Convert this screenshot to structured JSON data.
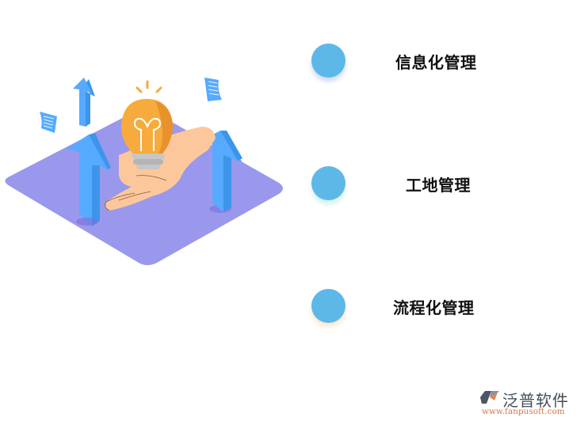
{
  "illustration": {
    "description": "isometric hand holding light bulb with upward arrows and floating documents",
    "colors": {
      "platform": "#9a98ec",
      "arrow": "#56aaff",
      "arrow_side": "#3d95ea",
      "bulb": "#f6ab3c",
      "bulb_shade": "#e8922c",
      "hand": "#fcc89b",
      "bulb_base": "#bdbdbd",
      "document": "#56aaff"
    }
  },
  "features": [
    {
      "label": "信息化管理",
      "dot_color": "#5db8e8"
    },
    {
      "label": "工地管理",
      "dot_color": "#5db8e8"
    },
    {
      "label": "流程化管理",
      "dot_color": "#5db8e8"
    }
  ],
  "logo": {
    "name": "泛普软件",
    "url": "www.fanpusoft.com",
    "colors": {
      "mark_gray": "#4c5564",
      "mark_orange": "#e8844e"
    }
  }
}
